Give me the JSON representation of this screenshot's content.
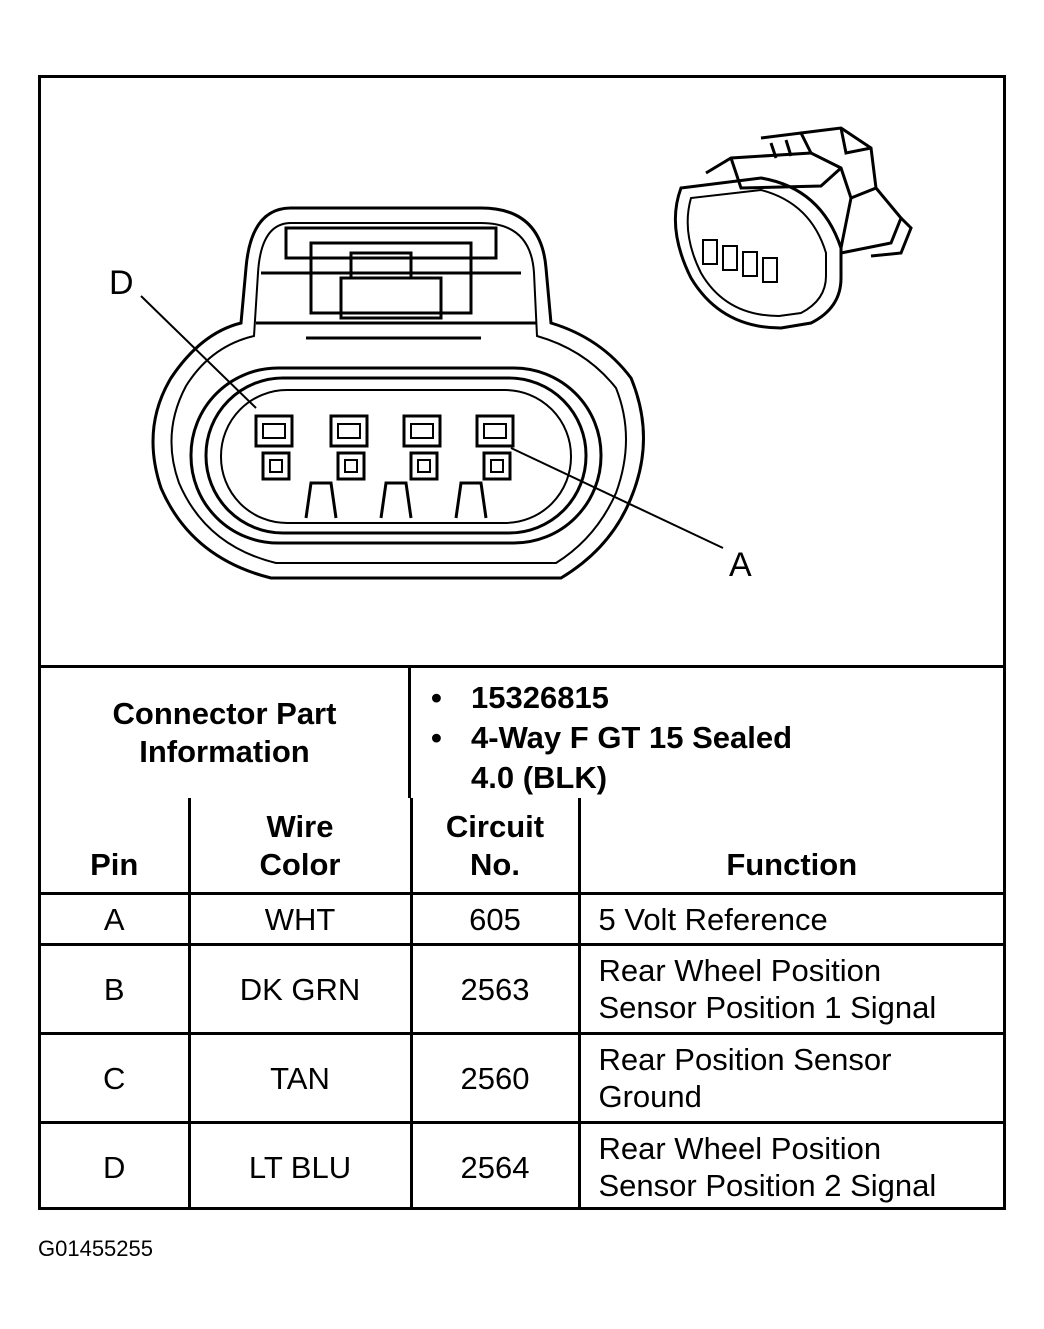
{
  "diagram": {
    "labels": {
      "d": "D",
      "a": "A"
    }
  },
  "connector_info": {
    "heading_line1": "Connector Part",
    "heading_line2": "Information",
    "items": [
      "15326815",
      "4-Way F GT 15 Sealed",
      "4.0 (BLK)"
    ]
  },
  "table": {
    "headers": {
      "pin": "Pin",
      "wire_color_line1": "Wire",
      "wire_color_line2": "Color",
      "circuit_line1": "Circuit",
      "circuit_line2": "No.",
      "function": "Function"
    },
    "rows": [
      {
        "pin": "A",
        "wire": "WHT",
        "circuit": "605",
        "function": [
          "5 Volt Reference"
        ]
      },
      {
        "pin": "B",
        "wire": "DK GRN",
        "circuit": "2563",
        "function": [
          "Rear Wheel Position",
          "Sensor Position 1 Signal"
        ]
      },
      {
        "pin": "C",
        "wire": "TAN",
        "circuit": "2560",
        "function": [
          "Rear Position Sensor",
          "Ground"
        ]
      },
      {
        "pin": "D",
        "wire": "LT BLU",
        "circuit": "2564",
        "function": [
          "Rear Wheel Position",
          "Sensor Position 2 Signal"
        ]
      }
    ]
  },
  "figure_code": "G01455255"
}
